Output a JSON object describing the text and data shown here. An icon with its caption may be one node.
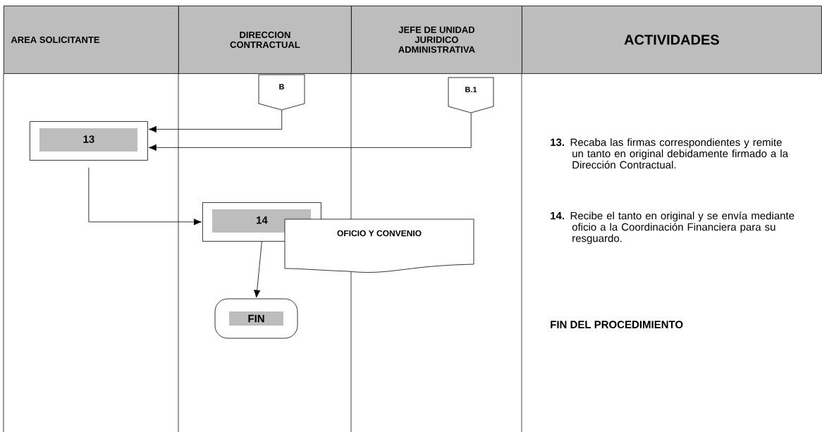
{
  "diagram": {
    "nodes": [
      {
        "text": [
          "AREA SOLICITANTE"
        ]
      },
      {
        "text": [
          "DIRECCION CONTRACTUAL"
        ]
      },
      {
        "text": [
          "JEFE DE UNIDAD JURIDICO ADMINISTRATIVA"
        ]
      },
      {
        "text": [
          "ACTIVIDADES"
        ]
      },
      {
        "text": [
          "B"
        ]
      },
      {
        "text": [
          "B.1"
        ]
      },
      {
        "text": [
          "13"
        ]
      },
      {
        "text": [
          "14"
        ]
      },
      {
        "text": [
          "OFICIO Y CONVENIO"
        ]
      },
      {
        "text": [
          "FIN"
        ]
      }
    ],
    "edges": [
      {
        "from": 4,
        "to": 6,
        "arrow": "to"
      },
      {
        "from": 5,
        "to": 6,
        "arrow": "to"
      },
      {
        "from": 6,
        "to": 7,
        "arrow": "to"
      },
      {
        "from": 7,
        "to": 9,
        "arrow": "to"
      }
    ],
    "labels": [
      "**13.** Recaba las firmas correspondientes y remite un tanto en original debidamente firmado a la Dirección Contractual.",
      "**14.** Recibe el tanto en original y se envía mediante oficio a la Coordinación Financiera para su resguardo.",
      "FIN DEL PROCEDIMIENTO"
    ]
  }
}
